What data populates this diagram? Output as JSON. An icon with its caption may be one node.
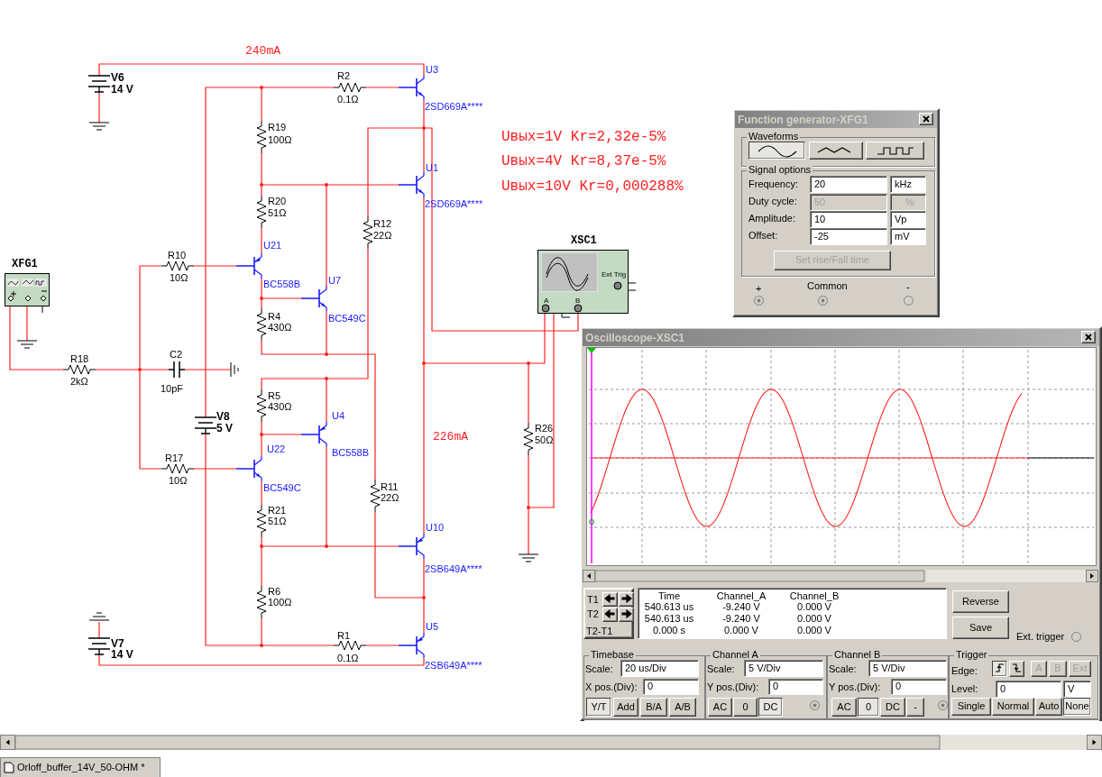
{
  "diagram": {
    "nodes": [
      {
        "text": [
          "XFG1"
        ]
      },
      {
        "text": [
          "XSC1",
          "Ext Trig",
          "A",
          "B"
        ]
      },
      {
        "text": [
          "Function generator-XFG1"
        ]
      },
      {
        "text": [
          "Waveforms"
        ],
        "in": 2
      },
      {
        "text": [
          "Signal options"
        ],
        "in": 2
      },
      {
        "text": [
          "Oscilloscope-XSC1"
        ]
      },
      {
        "text": [
          "Timebase"
        ],
        "in": 5
      },
      {
        "text": [
          "Channel A"
        ],
        "in": 5
      },
      {
        "text": [
          "Channel B"
        ],
        "in": 5
      },
      {
        "text": [
          "Trigger"
        ],
        "in": 5
      },
      {
        "text": [
          "Orloff_buffer_14V_50-OHM *"
        ]
      }
    ],
    "labels": [
      "240mA",
      "V6",
      "14 V",
      "R2",
      "0.1Ω",
      "U3",
      "2SD669A****",
      "R19",
      "100Ω",
      "Uвых=1V Kr=2,32e-5%",
      "Uвых=4V Kr=8,37e-5%",
      "Uвых=10V Kr=0,000288%",
      "U1",
      "R20",
      "2SD669A****",
      "51Ω",
      "R12",
      "22Ω",
      "U21",
      "BC558B",
      "R10",
      "10Ω",
      "U7",
      "R4",
      "BC549C",
      "430Ω",
      "R18",
      "2kΩ",
      "C2",
      "10pF",
      "R5",
      "430Ω",
      "V8",
      "5 V",
      "U4",
      "BC558B",
      "226mA",
      "R26",
      "50Ω",
      "U22",
      "BC549C",
      "R17",
      "10Ω",
      "R11",
      "22Ω",
      "R21",
      "51Ω",
      "U10",
      "2SB649A****",
      "R6",
      "100Ω",
      "V7",
      "14 V",
      "R1",
      "0.1Ω",
      "U5",
      "2SB649A****",
      "Frequency:",
      "20",
      "kHz",
      "Duty cycle:",
      "50",
      "%",
      "Amplitude:",
      "10",
      "Vp",
      "Offset:",
      "-25",
      "mV",
      "Set rise/Fall time",
      "+",
      "Common",
      "-",
      "T1",
      "T2",
      "T2-T1",
      "Time",
      "Channel_A",
      "Channel_B",
      "540.613 us",
      "-9.240 V",
      "0.000 V",
      "540.613 us",
      "-9.240 V",
      "0.000 V",
      "0.000 s",
      "0.000 V",
      "0.000 V",
      "Reverse",
      "Save",
      "Ext. trigger",
      "Scale:",
      "20 us/Div",
      "X pos.(Div):",
      "0",
      "Y/T",
      "Add",
      "B/A",
      "A/B",
      "Scale:",
      "5 V/Div",
      "Y pos.(Div):",
      "0",
      "AC",
      "0",
      "DC",
      "Scale:",
      "5 V/Div",
      "Y pos.(Div):",
      "0",
      "AC",
      "0",
      "DC",
      "-",
      "Edge:",
      "A",
      "B",
      "Ext",
      "Level:",
      "0",
      "V",
      "Single",
      "Normal",
      "Auto",
      "None"
    ]
  }
}
